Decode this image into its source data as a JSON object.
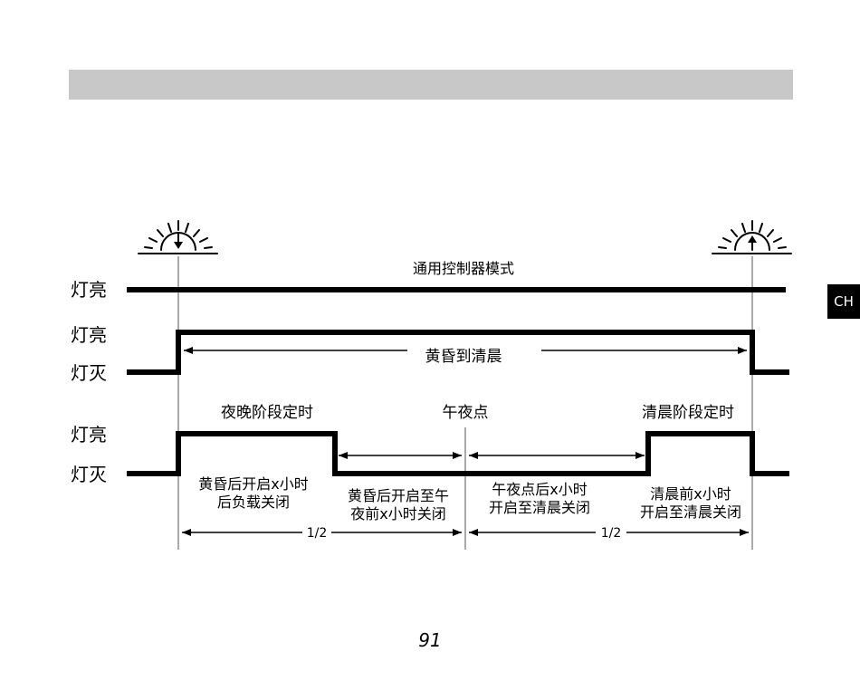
{
  "page": {
    "number": "91",
    "language_tab": "CH"
  },
  "diagram": {
    "row_labels": {
      "mode1_on": "灯亮",
      "mode2_on": "灯亮",
      "mode2_off": "灯灭",
      "mode3_on": "灯亮",
      "mode3_off": "灯灭"
    },
    "titles": {
      "general_mode": "通用控制器模式",
      "dusk_to_dawn": "黄昏到清晨",
      "evening_stage": "夜晚阶段定时",
      "midnight": "午夜点",
      "morning_stage": "清晨阶段定时"
    },
    "segments": {
      "seg1_line1": "黄昏后开启x小时",
      "seg1_line2": "后负载关闭",
      "seg2_line1": "黄昏后开启至午",
      "seg2_line2": "夜前x小时关闭",
      "seg3_line1": "午夜点后x小时",
      "seg3_line2": "开启至清晨关闭",
      "seg4_line1": "清晨前x小时",
      "seg4_line2": "开启至清晨关闭"
    },
    "half_labels": {
      "first": "1/2",
      "second": "1/2"
    },
    "icons": {
      "left": "sunset-icon",
      "right": "sunrise-icon"
    }
  }
}
